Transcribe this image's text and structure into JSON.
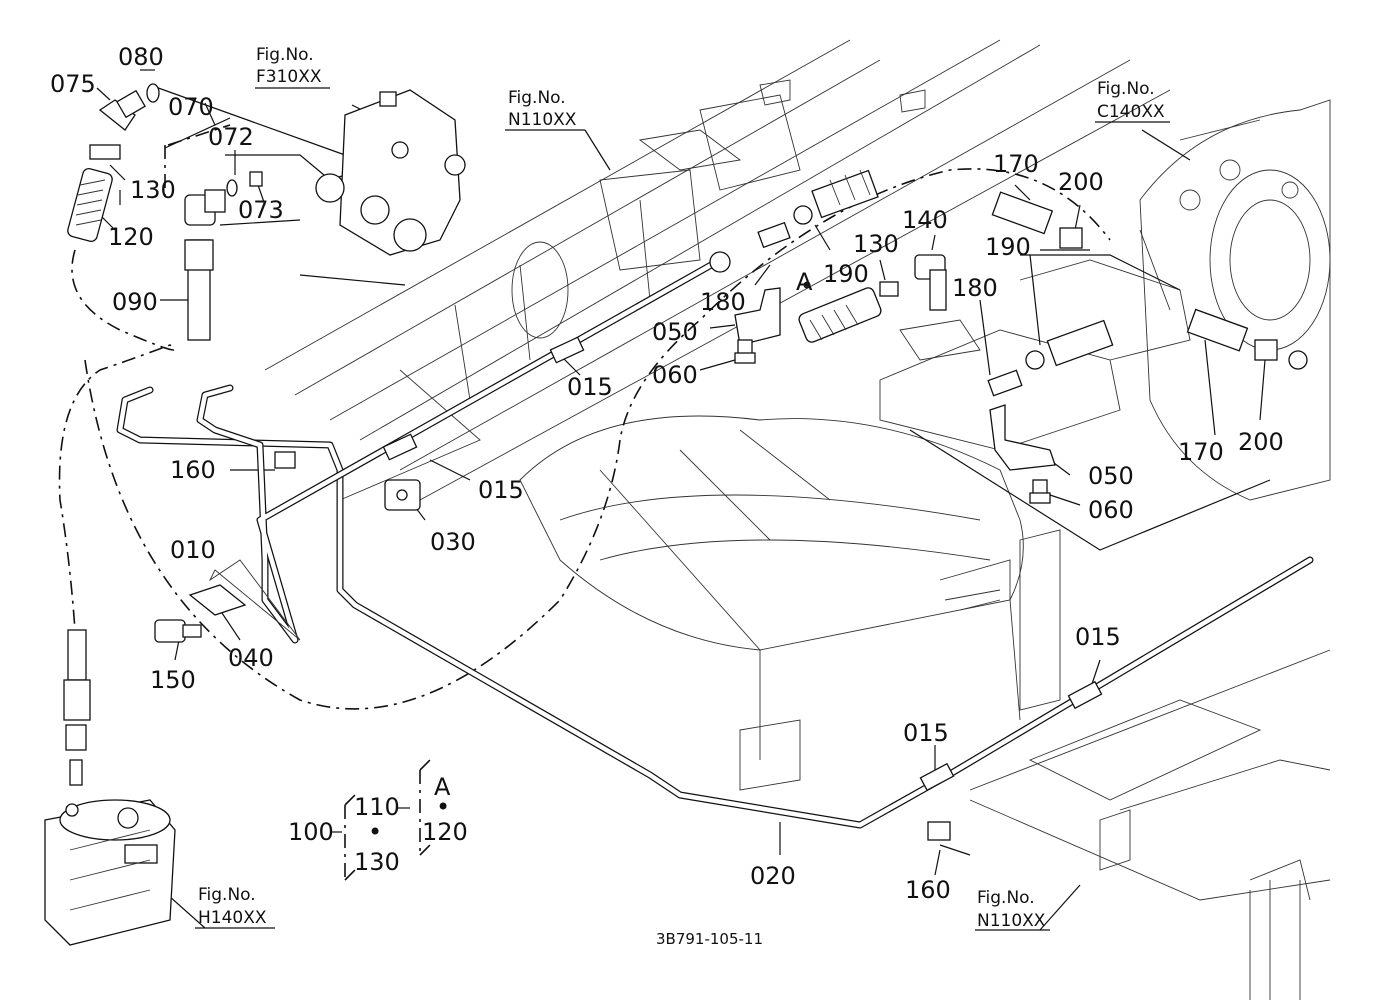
{
  "figure_code": "3B791-105-11",
  "fig_refs": {
    "f310": {
      "prefix": "Fig.No.",
      "code": "F310XX"
    },
    "n110_top": {
      "prefix": "Fig.No.",
      "code": "N110XX"
    },
    "c140": {
      "prefix": "Fig.No.",
      "code": "C140XX"
    },
    "h140": {
      "prefix": "Fig.No.",
      "code": "H140XX"
    },
    "n110_bottom": {
      "prefix": "Fig.No.",
      "code": "N110XX"
    }
  },
  "labels": {
    "p080": "080",
    "p075": "075",
    "p070": "070",
    "p072": "072",
    "p130a": "130",
    "p073": "073",
    "p120a": "120",
    "p090": "090",
    "p170a": "170",
    "p200a": "200",
    "p140": "140",
    "p130b": "130",
    "p190a": "190",
    "p180a": "180",
    "pA": "A",
    "p050a": "050",
    "p060a": "060",
    "p015a": "015",
    "p190b": "190",
    "p180b": "180",
    "p170b": "170",
    "p200b": "200",
    "p050b": "050",
    "p060b": "060",
    "p160a": "160",
    "p015b": "015",
    "p030": "030",
    "p010": "010",
    "p040": "040",
    "p150": "150",
    "p015c": "015",
    "p015d": "015",
    "p020": "020",
    "p160b": "160"
  },
  "kit": {
    "p100": "100",
    "p110": "110",
    "dot1": "•",
    "p130": "130",
    "pA": "A",
    "dot2": "•",
    "p120": "120"
  }
}
